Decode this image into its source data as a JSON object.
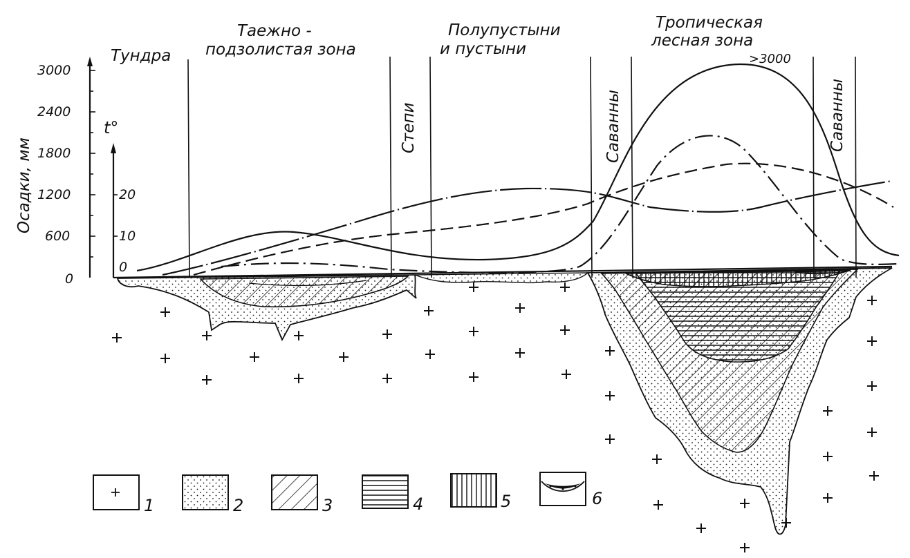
{
  "zones": {
    "tundra": "Тундра",
    "taiga_line1": "Таежно -",
    "taiga_line2": "подзолистая зона",
    "steppe": "Степи",
    "desert_line1": "Полупустыни",
    "desert_line2": "и пустыни",
    "savanna_left": "Саванны",
    "tropical_line1": "Тропическая",
    "tropical_line2": "лесная зона",
    "savanna_right": "Саванны"
  },
  "peak_note": ">3000",
  "axes": {
    "precip_label": "Осадки, мм",
    "precip_ticks": [
      "3000",
      "2400",
      "1800",
      "1200",
      "600",
      "0"
    ],
    "temp_label": "t°",
    "temp_ticks": [
      "20",
      "10",
      "0"
    ]
  },
  "legend": [
    {
      "num": "1",
      "pattern": "crosses"
    },
    {
      "num": "2",
      "pattern": "dots"
    },
    {
      "num": "3",
      "pattern": "diagonal-hatch"
    },
    {
      "num": "4",
      "pattern": "horizontal-hatch"
    },
    {
      "num": "5",
      "pattern": "vertical-hatch"
    },
    {
      "num": "6",
      "pattern": "lens-with-dots"
    }
  ]
}
